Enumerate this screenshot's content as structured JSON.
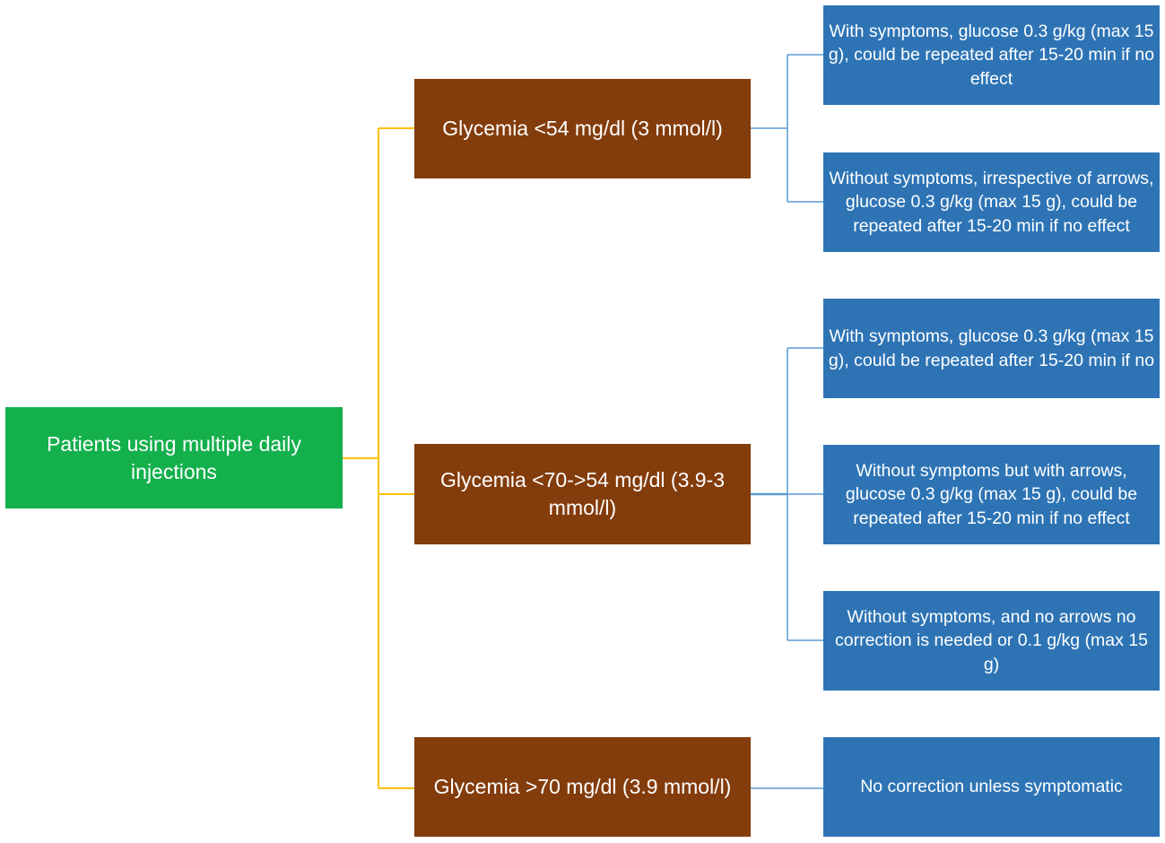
{
  "root": {
    "label": "Patients using multiple daily injections"
  },
  "levels": [
    {
      "label": "Glycemia <54 mg/dl (3 mmol/l)"
    },
    {
      "label": "Glycemia <70->54 mg/dl (3.9-3 mmol/l)"
    },
    {
      "label": "Glycemia >70 mg/dl (3.9 mmol/l)"
    }
  ],
  "actions": [
    {
      "label": "With symptoms, glucose 0.3 g/kg (max 15 g), could be repeated after 15-20 min if no effect"
    },
    {
      "label": "Without symptoms, irrespective of arrows, glucose 0.3 g/kg (max 15 g), could be repeated after 15-20 min if no effect"
    },
    {
      "label": "With symptoms, glucose 0.3 g/kg (max 15 g), could be repeated after 15-20 min if no"
    },
    {
      "label": "Without symptoms but with arrows, glucose 0.3 g/kg (max 15 g), could be repeated after 15-20 min if no effect"
    },
    {
      "label": "Without symptoms, and no arrows no correction is needed or 0.1 g/kg (max 15 g)"
    },
    {
      "label": "No correction unless symptomatic"
    }
  ],
  "colors": {
    "root_fill": "#13b04c",
    "level_fill": "#833c0b",
    "action_fill": "#2e74b5",
    "root_connector": "#ffc000",
    "level_connector": "#5b9bd5",
    "text": "#ffffff"
  }
}
